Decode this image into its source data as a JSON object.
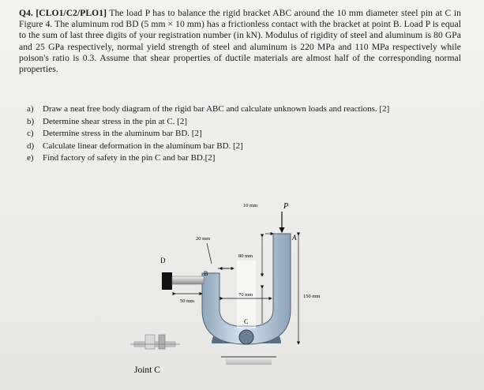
{
  "question": {
    "heading": "Q4. [CLO1/C2/PLO1]",
    "body": "The load P has to balance the rigid bracket ABC around the 10 mm diameter steel pin at C in Figure 4. The aluminum rod BD (5 mm × 10 mm) has a frictionless contact with the bracket at point B. Load P is equal to the sum of last three digits of your registration number (in kN). Modulus of rigidity of steel and aluminum is 80 GPa and 25 GPa respectively, normal yield strength of steel and aluminum is 220 MPa and 110 MPa respectively while poison's ratio is 0.3. Assume that shear properties of ductile materials are almost half of the corresponding normal properties."
  },
  "parts": [
    {
      "label": "a)",
      "text": "Draw a neat free body diagram of the rigid bar ABC and calculate unknown loads and reactions. [2]"
    },
    {
      "label": "b)",
      "text": "Determine shear stress in the pin at C. [2]"
    },
    {
      "label": "c)",
      "text": "Determine stress in the aluminum bar BD. [2]"
    },
    {
      "label": "d)",
      "text": "Calculate linear deformation in the aluminum bar BD. [2]"
    },
    {
      "label": "e)",
      "text": "Find factory of safety in the pin C and bar BD.[2]"
    }
  ],
  "figure": {
    "dim_10mm": "10 mm",
    "load_label": "P",
    "point_A": "A",
    "dim_20mm": "20 mm",
    "dim_80mm": "80 mm",
    "point_D": "D",
    "point_B": "B",
    "dim_70mm": "70 mm",
    "dim_150mm": "150 mm",
    "dim_50mm": "50 mm",
    "point_C": "C",
    "joint_label": "Joint C"
  }
}
